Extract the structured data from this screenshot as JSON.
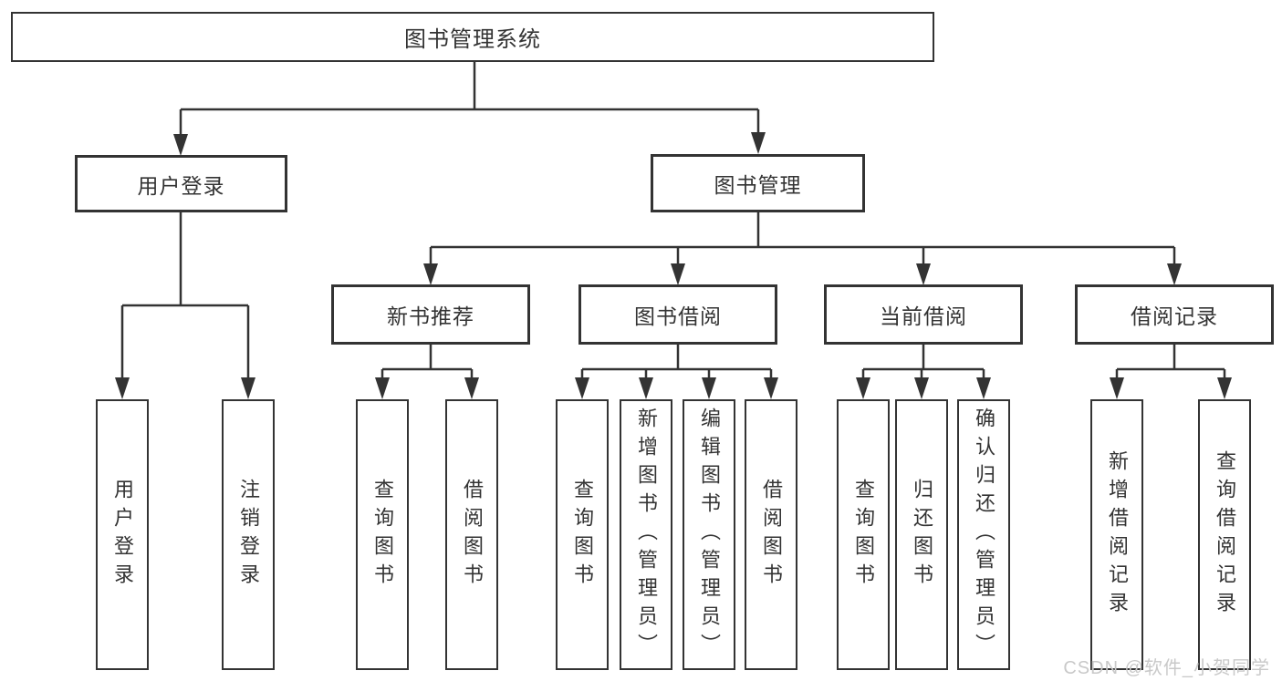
{
  "tree": {
    "root": {
      "label": "图书管理系统"
    },
    "user_login": {
      "label": "用户登录",
      "children": [
        {
          "label": "用户登录"
        },
        {
          "label": "注销登录"
        }
      ]
    },
    "book_mgmt": {
      "label": "图书管理",
      "sections": [
        {
          "label": "新书推荐",
          "children": [
            {
              "label": "查询图书"
            },
            {
              "label": "借阅图书"
            }
          ]
        },
        {
          "label": "图书借阅",
          "children": [
            {
              "label": "查询图书"
            },
            {
              "label": "新增图书（管理员）"
            },
            {
              "label": "编辑图书（管理员）"
            },
            {
              "label": "借阅图书"
            }
          ]
        },
        {
          "label": "当前借阅",
          "children": [
            {
              "label": "查询图书"
            },
            {
              "label": "归还图书"
            },
            {
              "label": "确认归还（管理员）"
            }
          ]
        },
        {
          "label": "借阅记录",
          "children": [
            {
              "label": "新增借阅记录"
            },
            {
              "label": "查询借阅记录"
            }
          ]
        }
      ]
    }
  },
  "watermark": "CSDN @软件_小贺同学",
  "colors": {
    "line": "#333333",
    "text": "#333333",
    "watermark": "#c9c9c9",
    "background": "#ffffff"
  }
}
